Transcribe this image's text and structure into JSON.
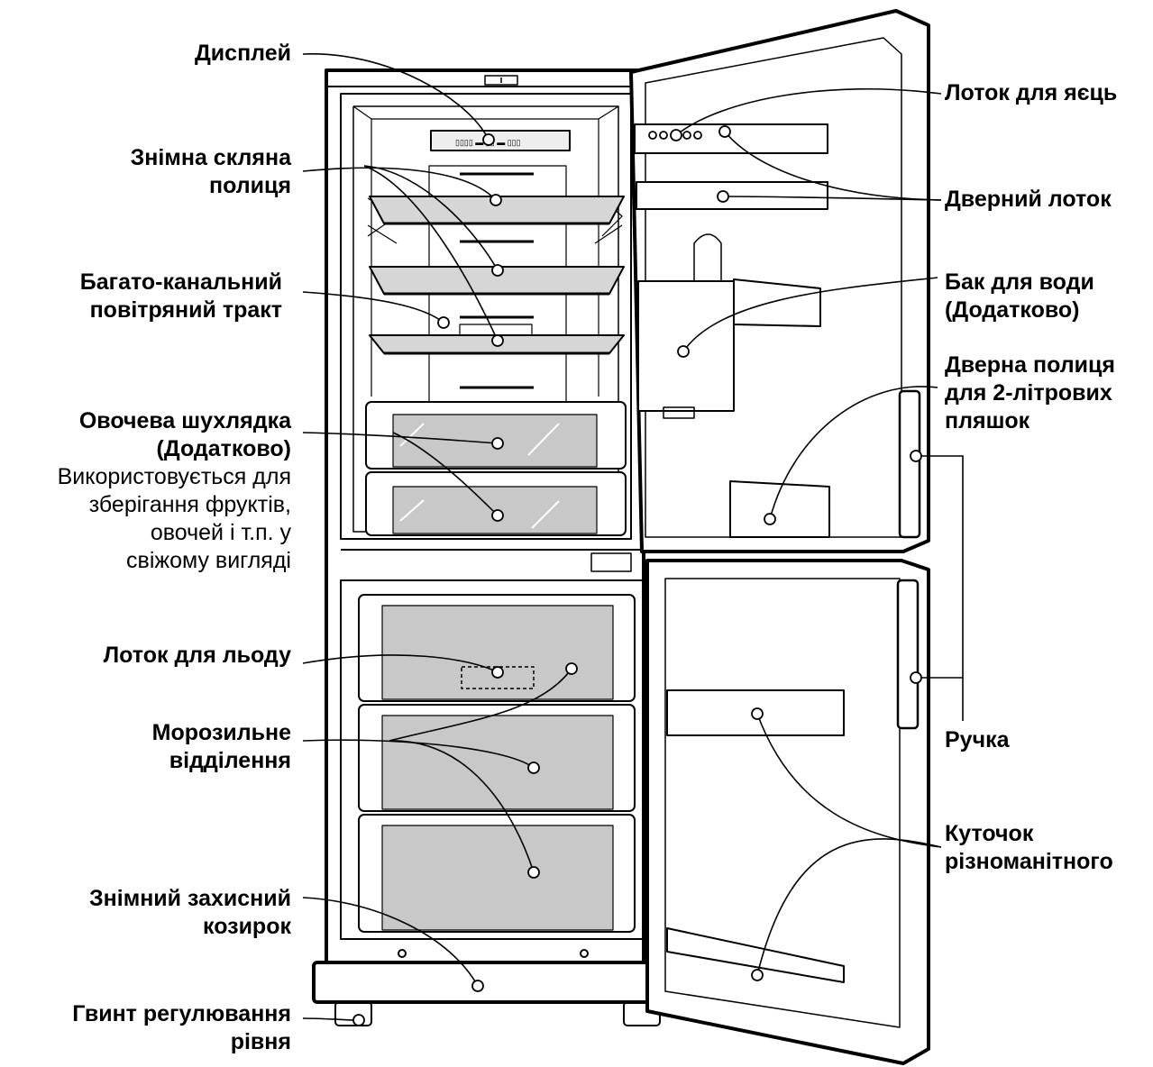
{
  "labels": {
    "display": "Дисплей",
    "glass_shelf": [
      "Знімна скляна",
      "полиця"
    ],
    "multi_air": [
      "Багато-канальний",
      "повітряний тракт"
    ],
    "veg_drawer": [
      "Овочева шухлядка",
      "(Додатково)"
    ],
    "veg_desc": [
      "Використовується для",
      "зберігання фруктів,",
      "овочей і т.п. у",
      "свіжому вигляді"
    ],
    "ice_tray": "Лоток для льоду",
    "freezer": [
      "Морозильне",
      "відділення"
    ],
    "cover": [
      "Знімний захисний",
      "козирок"
    ],
    "leveling": [
      "Гвинт регулювання",
      "рівня"
    ],
    "egg_tray": "Лоток для яєць",
    "door_tray": "Дверний лоток",
    "water_tank": [
      "Бак для води",
      "(Додатково)"
    ],
    "bottle_shelf": [
      "Дверна полиця",
      "для 2-літрових",
      "пляшок"
    ],
    "handle": "Ручка",
    "misc_corner": [
      "Куточок",
      "різноманітного"
    ]
  },
  "colors": {
    "line": "#000000",
    "drawer_fill": "#c8c8c8",
    "shelf_fill": "#d6d6d6",
    "background": "#ffffff"
  }
}
